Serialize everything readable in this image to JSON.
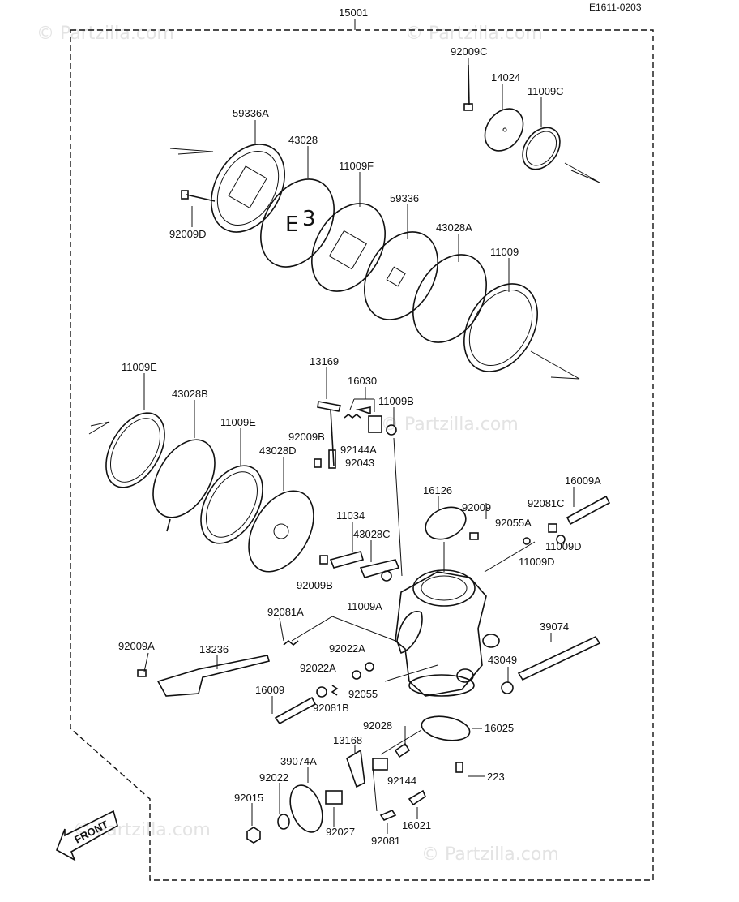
{
  "figure_code": "E1611-0203",
  "watermark": "© Partzilla.com",
  "front_label": "FRONT",
  "parts": [
    "15001",
    "92009C",
    "14024",
    "11009C",
    "59336A",
    "43028",
    "11009F",
    "59336",
    "43028A",
    "11009",
    "92009D",
    "11009E",
    "43028B",
    "11009E",
    "43028D",
    "13169",
    "16030",
    "11009B",
    "92009B",
    "92144A",
    "92043",
    "16126",
    "92009",
    "16009A",
    "92081C",
    "92055A",
    "11009D",
    "11009D",
    "11034",
    "43028C",
    "92009B",
    "11009A",
    "92081A",
    "92009A",
    "13236",
    "92022A",
    "92022A",
    "92055",
    "16009",
    "92081B",
    "39074",
    "43049",
    "92028",
    "16025",
    "13168",
    "223",
    "39074A",
    "92022",
    "92144",
    "92015",
    "92027",
    "92081",
    "16021"
  ],
  "colors": {
    "ink": "#111111",
    "watermark": "#e3e3e3",
    "background": "#ffffff"
  }
}
